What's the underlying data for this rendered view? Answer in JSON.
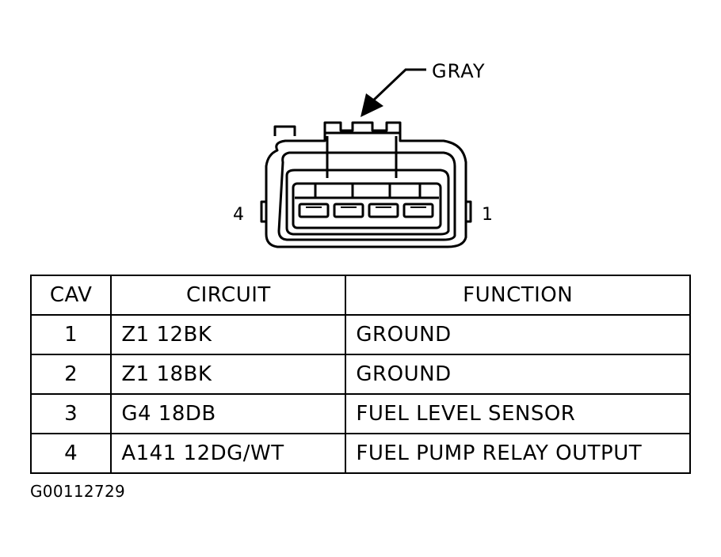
{
  "connector": {
    "color_label": "GRAY",
    "pin_label_left": "4",
    "pin_label_right": "1"
  },
  "table": {
    "headers": {
      "cav": "CAV",
      "circuit": "CIRCUIT",
      "function": "FUNCTION"
    },
    "rows": [
      {
        "cav": "1",
        "circuit": "Z1 12BK",
        "function": "GROUND"
      },
      {
        "cav": "2",
        "circuit": "Z1 18BK",
        "function": "GROUND"
      },
      {
        "cav": "3",
        "circuit": "G4 18DB",
        "function": "FUEL LEVEL SENSOR"
      },
      {
        "cav": "4",
        "circuit": "A141 12DG/WT",
        "function": "FUEL PUMP RELAY OUTPUT"
      }
    ]
  },
  "figure_id": "G00112729"
}
